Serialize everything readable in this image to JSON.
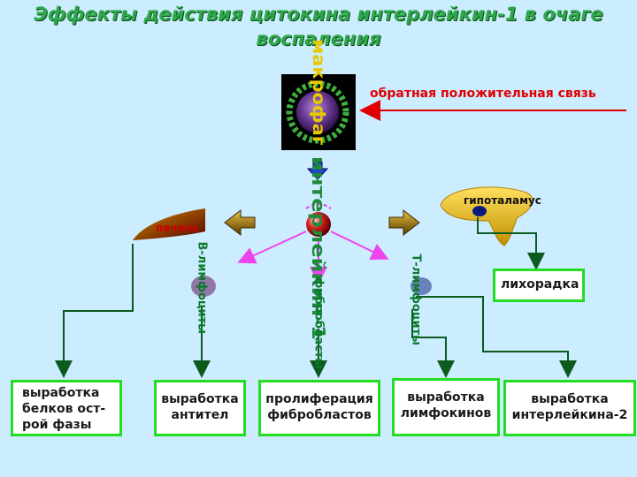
{
  "title": "Эффекты действия цитокина интерлейкин-1 в очаге воспаления",
  "labels": {
    "macrophage": "макрофаг",
    "feedback": "обратная положительная связь",
    "interleukin": "интерлейкин-1",
    "liver": "печень",
    "hypothalamus": "гипоталамус",
    "b_lymphocytes": "В-лимфоциты",
    "fibroblasts": "фибробласты",
    "t_lymphocytes": "Т-лимфоциты"
  },
  "boxes": {
    "fever": "лихорадка",
    "acute_phase": "выработка белков ост-рой фазы",
    "antibodies": "выработка антител",
    "fibro_prolif": "пролиферация фибробластов",
    "lymphokines": "выработка лимфокинов",
    "il2": "выработка интерлейкина-2"
  },
  "colors": {
    "background": "#ccecff",
    "title": "#2ea84a",
    "box_border": "#22dd22",
    "connector": "#0b5a1e",
    "feedback_arrow": "#e00000",
    "pink_arrow": "#ee44ee"
  }
}
